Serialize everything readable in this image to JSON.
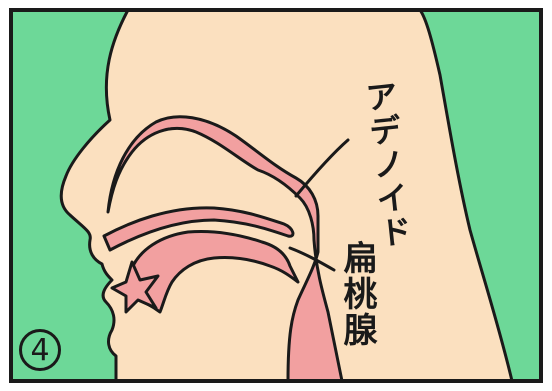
{
  "panel": {
    "number": "4",
    "labels": {
      "adenoid": "アデノイド",
      "tonsil": "扁桃腺"
    }
  },
  "colors": {
    "background": "#6dd898",
    "skin": "#fbe0bf",
    "tissue": "#f2a0a0",
    "outline": "#1a1a1a",
    "frame": "#ffffff"
  }
}
